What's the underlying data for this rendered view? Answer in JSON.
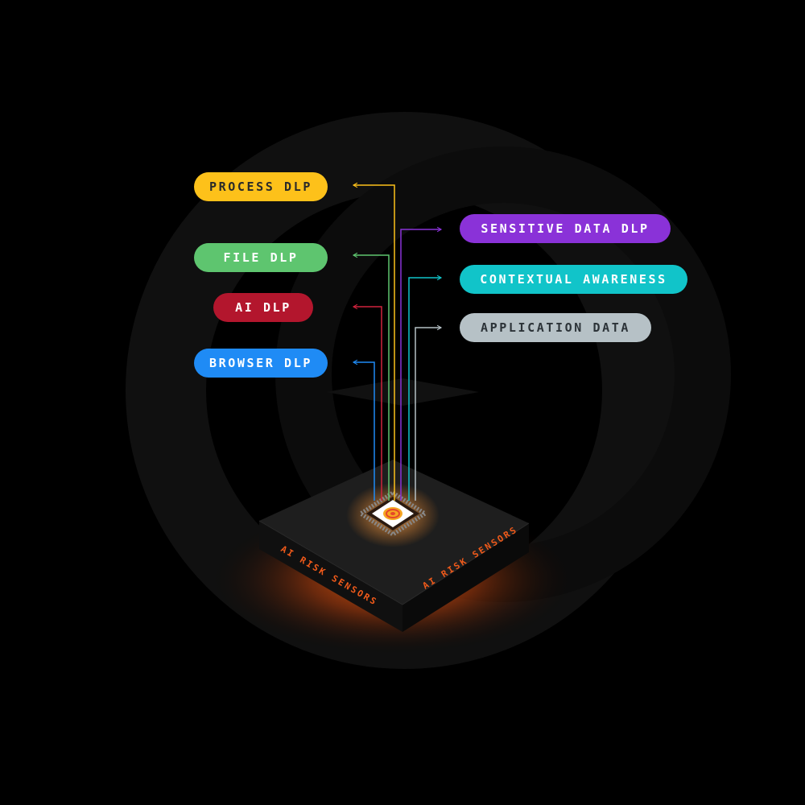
{
  "labels": {
    "process_dlp": "PROCESS DLP",
    "file_dlp": "FILE DLP",
    "ai_dlp": "AI DLP",
    "browser_dlp": "BROWSER DLP",
    "sensitive_data_dlp": "SENSITIVE DATA DLP",
    "contextual_awareness": "CONTEXTUAL AWARENESS",
    "application_data": "APPLICATION DATA"
  },
  "platform": {
    "side_text_left": "AI RISK SENSORS",
    "side_text_right": "AI RISK SENSORS"
  },
  "colors": {
    "process": "#FDC11A",
    "file": "#5EC56F",
    "ai": "#B3162D",
    "browser": "#1F8BF5",
    "sensitive": "#8A32D8",
    "contextual": "#11C4C9",
    "application": "#B6C1C6",
    "accent": "#F05A1A"
  },
  "icons": {
    "chip": "chip-icon",
    "logo": "sensor-logo-icon"
  }
}
